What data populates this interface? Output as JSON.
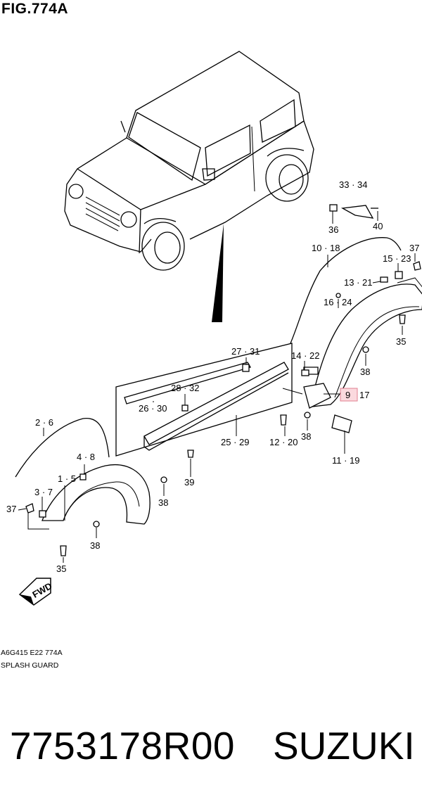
{
  "figure": {
    "title": "FIG.774A",
    "code": "A6G415 E22 774A",
    "name": "SPLASH GUARD",
    "part_number": "7753178R00",
    "brand": "SUZUKI",
    "fwd_label": "FWD",
    "highlighted_part": "9"
  },
  "callouts": {
    "c33_34": "33 · 34",
    "c36": "36",
    "c40": "40",
    "c10_18": "10 · 18",
    "c37_top": "37",
    "c15_23": "15 · 23",
    "c13_21": "13 · 21",
    "c16_24": "16 · 24",
    "c35_right": "35",
    "c27_31": "27 · 31",
    "c14_22": "14 · 22",
    "c38_a": "38",
    "c9": "9",
    "c17": "17",
    "c28_32": "28 · 32",
    "c26_30": "26 · 30",
    "c25_29": "25 · 29",
    "c12_20": "12 · 20",
    "c38_b": "38",
    "c11_19": "11 · 19",
    "c2_6": "2 · 6",
    "c4_8": "4 · 8",
    "c1_5": "1 · 5",
    "c3_7": "3 · 7",
    "c37_left": "37",
    "c39": "39",
    "c38_c": "38",
    "c38_d": "38",
    "c35_left": "35"
  }
}
